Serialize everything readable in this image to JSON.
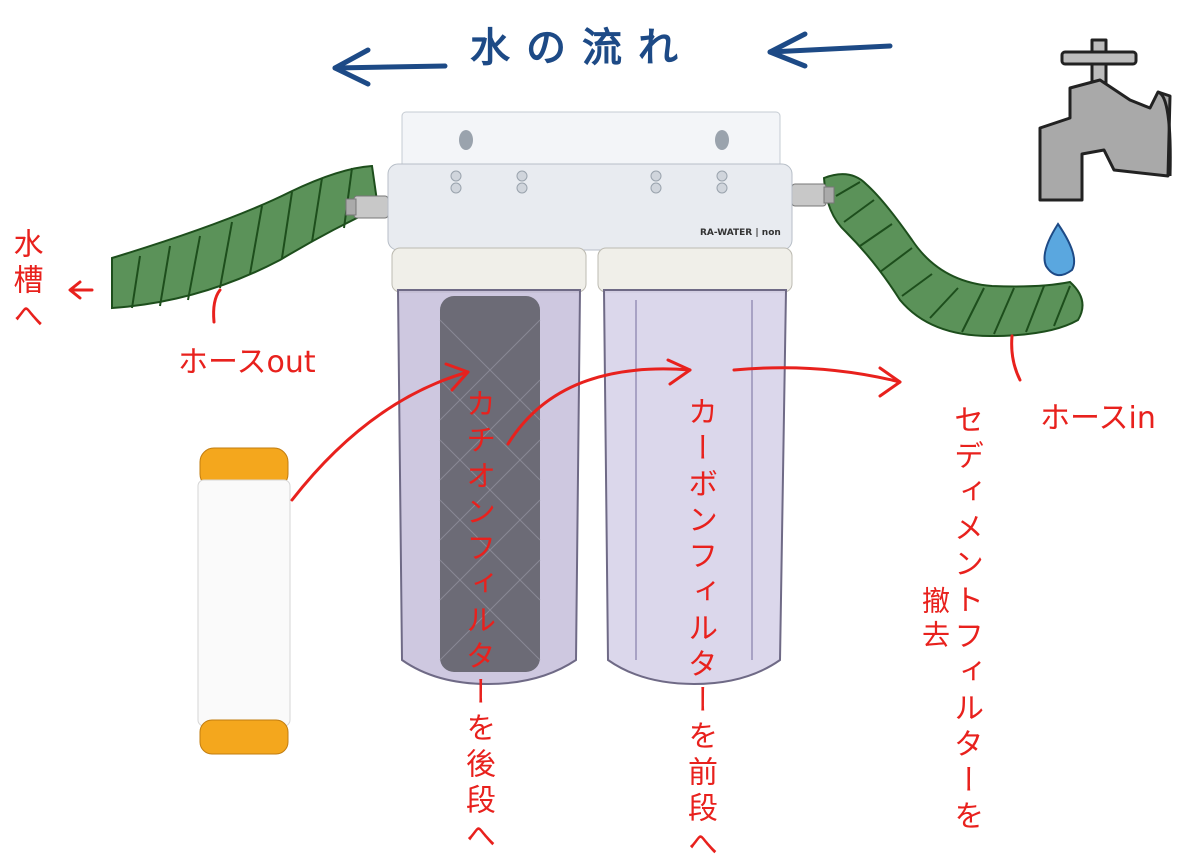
{
  "diagram": {
    "water_flow": "水の流れ",
    "to_tank": "水槽へ",
    "hose_out": "ホースout",
    "hose_in": "ホースin",
    "carbon_to_rear": "カチオンフィルターを後段へ",
    "carbon_to_front": "カーボンフィルターを前段へ",
    "sediment_filter": "セディメントフィルターを",
    "remove": "撤去",
    "housing_brand": "RA-WATER | non"
  },
  "colors": {
    "annotation": "#e8211d",
    "flow_arrow": "#1d4a86",
    "hose": "#3e7f3c",
    "cartridge_cap": "#f4a71d"
  }
}
